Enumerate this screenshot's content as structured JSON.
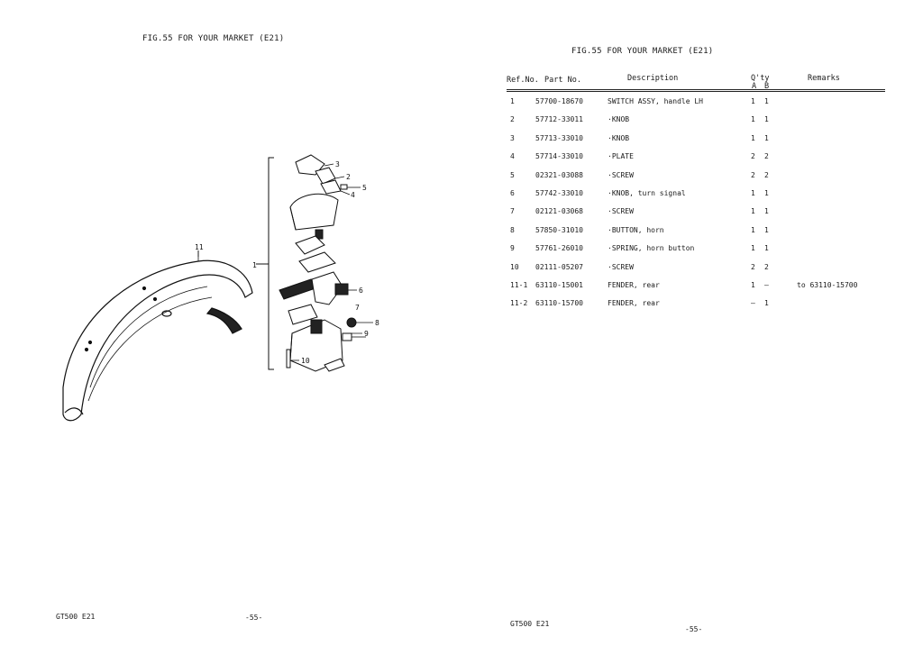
{
  "left_page": {
    "fig_title": "FIG.55   FOR YOUR MARKET (E21)",
    "callouts": [
      "1",
      "2",
      "3",
      "4",
      "5",
      "6",
      "7",
      "8",
      "9",
      "10",
      "11"
    ],
    "footer_model": "GT500  E21",
    "footer_page": "-55-"
  },
  "right_page": {
    "fig_title": "FIG.55   FOR YOUR MARKET (E21)",
    "headers": {
      "ref": "Ref.No.",
      "part": "Part    No.",
      "description": "Description",
      "qty": "Q'ty",
      "qty_a": "A",
      "qty_b": "B",
      "remarks": "Remarks"
    },
    "rows": [
      {
        "ref": "1",
        "part": "57700-18670",
        "desc": "SWITCH ASSY, handle LH",
        "a": "1",
        "b": "1",
        "remarks": ""
      },
      {
        "ref": "2",
        "part": "57712-33011",
        "desc": "·KNOB",
        "a": "1",
        "b": "1",
        "remarks": ""
      },
      {
        "ref": "3",
        "part": "57713-33010",
        "desc": "·KNOB",
        "a": "1",
        "b": "1",
        "remarks": ""
      },
      {
        "ref": "4",
        "part": "57714-33010",
        "desc": "·PLATE",
        "a": "2",
        "b": "2",
        "remarks": ""
      },
      {
        "ref": "5",
        "part": "02321-03088",
        "desc": "·SCREW",
        "a": "2",
        "b": "2",
        "remarks": ""
      },
      {
        "ref": "6",
        "part": "57742-33010",
        "desc": "·KNOB, turn signal",
        "a": "1",
        "b": "1",
        "remarks": ""
      },
      {
        "ref": "7",
        "part": "02121-03068",
        "desc": "·SCREW",
        "a": "1",
        "b": "1",
        "remarks": ""
      },
      {
        "ref": "8",
        "part": "57850-31010",
        "desc": "·BUTTON, horn",
        "a": "1",
        "b": "1",
        "remarks": ""
      },
      {
        "ref": "9",
        "part": "57761-26010",
        "desc": "·SPRING, horn button",
        "a": "1",
        "b": "1",
        "remarks": ""
      },
      {
        "ref": "10",
        "part": "02111-05207",
        "desc": "·SCREW",
        "a": "2",
        "b": "2",
        "remarks": ""
      },
      {
        "ref": "11-1",
        "part": "63110-15001",
        "desc": "FENDER, rear",
        "a": "1",
        "b": "–",
        "remarks": "to 63110-15700"
      },
      {
        "ref": "11-2",
        "part": "63110-15700",
        "desc": "FENDER, rear",
        "a": "–",
        "b": "1",
        "remarks": ""
      }
    ],
    "footer_model": "GT500  E21",
    "footer_page": "-55-"
  }
}
